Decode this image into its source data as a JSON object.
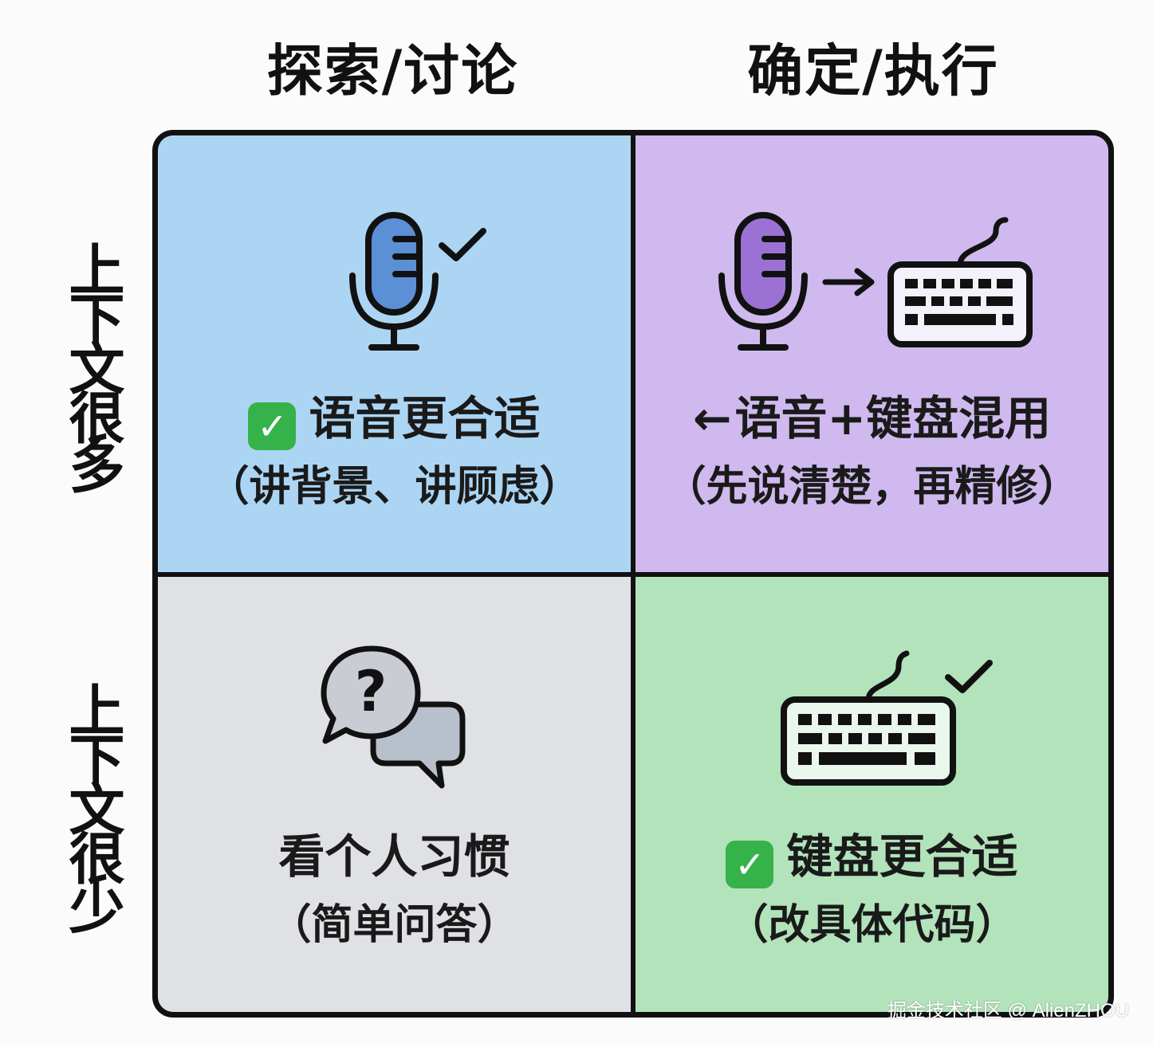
{
  "columns": {
    "left": "探索/讨论",
    "right": "确定/执行"
  },
  "rows": {
    "top": "上下文很多",
    "bottom": "上下文很少"
  },
  "quadrants": {
    "top_left": {
      "line1": "语音更合适",
      "line2": "（讲背景、讲顾虑）",
      "check": "✓"
    },
    "top_right": {
      "line1": "语音+键盘混用",
      "line2": "（先说清楚，再精修）",
      "arrow": "←"
    },
    "bottom_left": {
      "line1": "看个人习惯",
      "line2": "（简单问答）",
      "icon_text": "?"
    },
    "bottom_right": {
      "line1": "键盘更合适",
      "line2": "（改具体代码）",
      "check": "✓"
    }
  },
  "colors": {
    "top_left": "#acd5f4",
    "top_right": "#cfb9ee",
    "bottom_left": "#dfe1e5",
    "bottom_right": "#b2e3bb",
    "mic_blue": "#5b8fd6",
    "mic_purple": "#9b72d4",
    "badge_green": "#36b24a"
  },
  "icons": {
    "top_left": [
      "microphone-icon",
      "checkmark-icon"
    ],
    "top_right": [
      "microphone-icon",
      "arrow-right-icon",
      "keyboard-icon"
    ],
    "bottom_left": [
      "speech-bubbles-question-icon"
    ],
    "bottom_right": [
      "keyboard-icon",
      "checkmark-icon"
    ]
  },
  "watermark": "掘金技术社区 @ AlienZHOU"
}
